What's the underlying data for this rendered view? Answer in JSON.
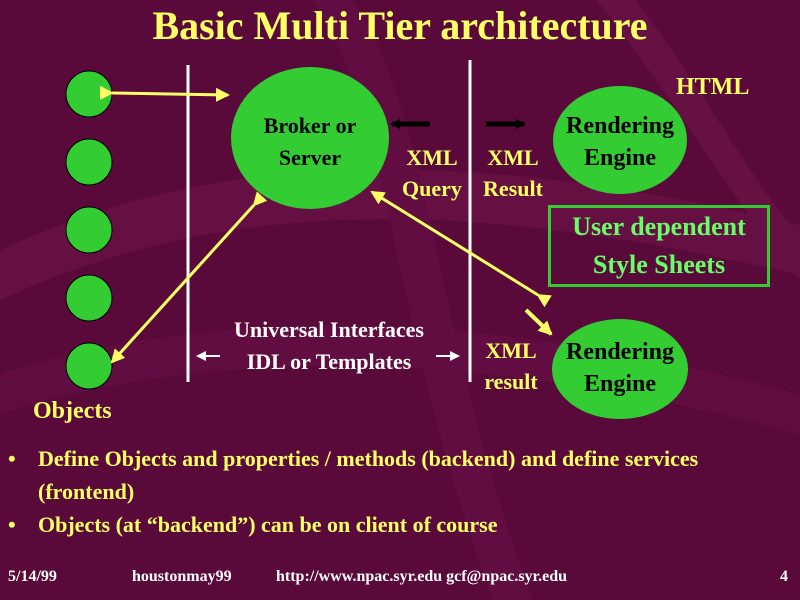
{
  "title": "Basic Multi Tier architecture",
  "colors": {
    "background": "#5a0a3a",
    "node_fill": "#33cc33",
    "text_yellow": "#ffff66",
    "text_green": "#66ff66"
  },
  "diagram": {
    "broker_node": [
      "Broker or",
      "Server"
    ],
    "html_label": "HTML",
    "rendering_engine_top": [
      "Rendering",
      "Engine"
    ],
    "xml_query": [
      "XML",
      "Query"
    ],
    "xml_result": [
      "XML",
      "Result"
    ],
    "user_style_sheets": [
      "User dependent",
      "Style Sheets"
    ],
    "universal_interfaces": [
      "Universal Interfaces",
      "IDL or Templates"
    ],
    "xml_result_bottom": [
      "XML",
      "result"
    ],
    "rendering_engine_bottom": [
      "Rendering",
      "Engine"
    ],
    "objects_label": "Objects"
  },
  "bullets": [
    "Define Objects and properties / methods (backend) and define services (frontend)",
    "Objects (at “backend”) can be on client of course"
  ],
  "bullet_char": "•",
  "footer": {
    "date": "5/14/99",
    "presentation": "houstonmay99",
    "url": "http://www.npac.syr.edu gcf@npac.syr.edu",
    "page": "4"
  }
}
